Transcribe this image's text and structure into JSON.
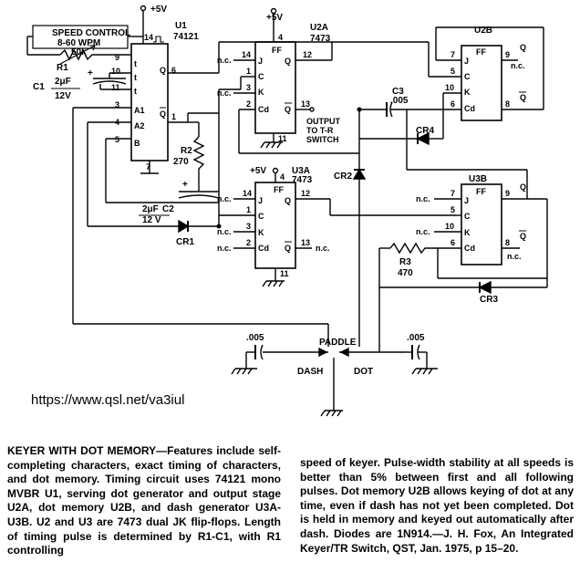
{
  "labels": {
    "vcc_top": "+5V",
    "speed_control": "SPEED CONTROL",
    "wpm": "8-60 WPM",
    "r1_name": "R1",
    "r1_val": "50k",
    "c1_name": "C1",
    "c1_val1": "2μF",
    "c1_val2": "12V",
    "u1_name": "U1",
    "u1_part": "74121",
    "u1_pin14": "14",
    "u1_pin9": "9",
    "u1_pin10": "10",
    "u1_pin11": "11",
    "u1_pin3": "3",
    "u1_pin4": "4",
    "u1_pin5": "5",
    "u1_pin6": "6",
    "u1_pin1": "1",
    "u1_pin7": "7",
    "u1_A1": "A1",
    "u1_A2": "A2",
    "u1_B": "B",
    "u1_Q": "Q",
    "u1_Qbar": "Q",
    "r2_name": "R2",
    "r2_val": "270",
    "c2_name": "C2",
    "c2_val1": "2μF",
    "c2_val2": "12 V",
    "cr1": "CR1",
    "u2a_vcc": "+5V",
    "u2a_name": "U2A",
    "u2a_part": "7473",
    "u2a_ff": "FF",
    "u2a_pin4": "4",
    "u2a_pin14": "14",
    "u2a_pin1": "1",
    "u2a_pin3": "3",
    "u2a_pin2": "2",
    "u2a_pin12": "12",
    "u2a_pin13": "13",
    "u2a_pin11": "11",
    "nc": "n.c.",
    "J": "J",
    "C": "C",
    "K": "K",
    "Cd": "Cd",
    "Q": "Q",
    "Qbar": "Q",
    "output1": "OUTPUT",
    "output2": "TO T-R",
    "output3": "SWITCH",
    "u3a_vcc": "+5V",
    "u3a_name": "U3A",
    "u3a_part": "7473",
    "u3a_ff": "FF",
    "u3a_pin4": "4",
    "u3a_pin14": "14",
    "u3a_pin1": "1",
    "u3a_pin3": "3",
    "u3a_pin2": "2",
    "u3a_pin12": "12",
    "u3a_pin13": "13",
    "u3a_pin11": "11",
    "cr2": "CR2",
    "u2b_name": "U2B",
    "u2b_ff": "FF",
    "u2b_pin7": "7",
    "u2b_pin5": "5",
    "u2b_pin10": "10",
    "u2b_pin6": "6",
    "u2b_pin9": "9",
    "u2b_pin8": "8",
    "c3_name": "C3",
    "c3_val": ".005",
    "cr4": "CR4",
    "u3b_name": "U3B",
    "u3b_ff": "FF",
    "u3b_pin7": "7",
    "u3b_pin5": "5",
    "u3b_pin10": "10",
    "u3b_pin6": "6",
    "u3b_pin9": "9",
    "u3b_pin8": "8",
    "r3_name": "R3",
    "r3_val": "470",
    "cr3": "CR3",
    "cap_left_val": ".005",
    "cap_right_val": ".005",
    "paddle": "PADDLE",
    "dash": "DASH",
    "dot": "DOT"
  },
  "url": "https://www.qsl.net/va3iul",
  "caption": {
    "left": "KEYER WITH DOT MEMORY—Features include self-completing characters, exact timing of characters, and dot memory. Timing circuit uses 74121 mono MVBR U1, serving dot generator and output stage U2A, dot memory U2B, and dash generator U3A-U3B. U2 and U3 are 7473 dual JK flip-flops. Length of timing pulse is determined by R1-C1, with R1 controlling",
    "right": "speed of keyer. Pulse-width stability at all speeds is better than 5% between first and all following pulses. Dot memory U2B allows keying of dot at any time, even if dash has not yet been completed. Dot is held in memory and keyed out automatically after dash. Diodes are 1N914.—J. H. Fox, An Integrated Keyer/TR Switch, QST, Jan. 1975, p 15–20."
  }
}
